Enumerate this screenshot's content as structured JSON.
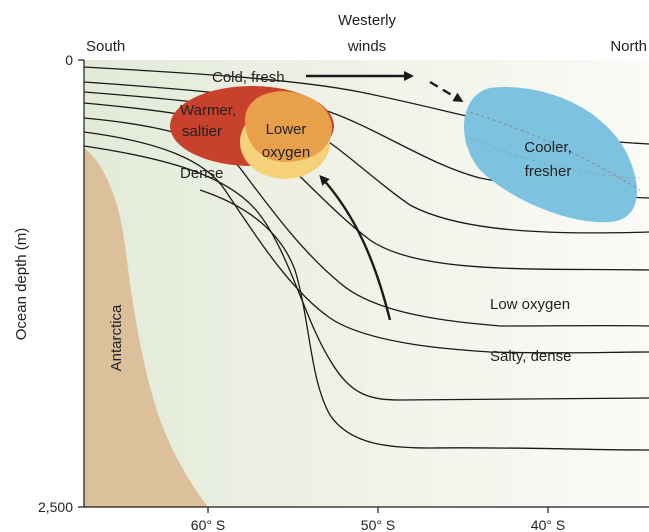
{
  "top_labels": {
    "westerly_line1": "Westerly",
    "westerly_line2": "winds",
    "south": "South",
    "north": "North"
  },
  "y_axis": {
    "label": "Ocean depth (m)",
    "ticks": [
      "0",
      "2,500"
    ]
  },
  "x_axis": {
    "ticks": [
      "60° S",
      "50° S",
      "40° S"
    ]
  },
  "landmass": "Antarctica",
  "annotations": {
    "cold_fresh": "Cold, fresh",
    "warmer_line1": "Warmer,",
    "warmer_line2": "saltier",
    "lower_line1": "Lower",
    "lower_line2": "oxygen",
    "dense": "Dense",
    "cooler_line1": "Cooler,",
    "cooler_line2": "fresher",
    "low_oxygen": "Low oxygen",
    "salty_dense": "Salty, dense"
  },
  "colors": {
    "background_gradient_left": "#e6ecdb",
    "background_gradient_right": "#fbfbf7",
    "antarctica": "#dcc09c",
    "warm_salty": "#c8412c",
    "low_oxygen": "#e8a04a",
    "low_oxygen_light": "#f5d27a",
    "cool_fresh": "#7dc3e0",
    "lines": "#1a1a1a"
  }
}
